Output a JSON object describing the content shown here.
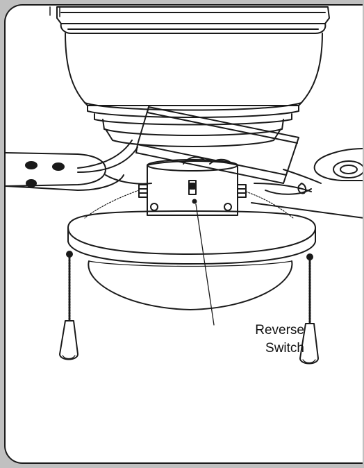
{
  "callout": {
    "line1": "Reverse",
    "line2": "Switch"
  },
  "colors": {
    "background": "#c0c0c0",
    "panel": "#ffffff",
    "line": "#1a1a1a"
  },
  "icons": [
    "ceiling-fan-illustration",
    "pull-chain",
    "reverse-switch"
  ]
}
